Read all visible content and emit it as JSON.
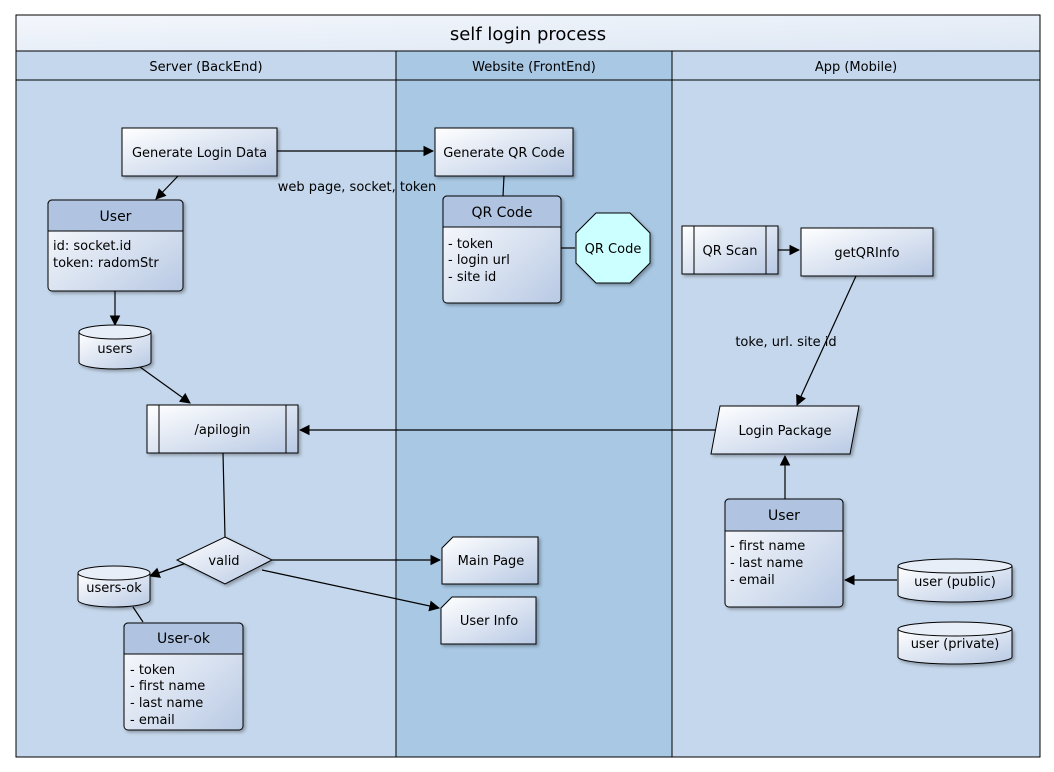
{
  "title": "self login process",
  "lanes": {
    "server": "Server (BackEnd)",
    "website": "Website (FrontEnd)",
    "app": "App (Mobile)"
  },
  "nodes": {
    "generate_login_data": "Generate Login Data",
    "generate_qr_code": "Generate QR Code",
    "server_user": {
      "title": "User",
      "lines": [
        "id: socket.id",
        "token: radomStr"
      ]
    },
    "users_db": "users",
    "apilogin": "/apilogin",
    "valid": "valid",
    "users_ok_db": "users-ok",
    "user_ok": {
      "title": "User-ok",
      "lines": [
        "- token",
        "- first name",
        "- last name",
        "- email"
      ]
    },
    "qr_code_class": {
      "title": "QR Code",
      "lines": [
        "- token",
        "- login url",
        "- site id"
      ]
    },
    "qr_code_octagon": "QR Code",
    "main_page": "Main Page",
    "user_info": "User Info",
    "qr_scan": "QR Scan",
    "get_qr_info": "getQRInfo",
    "login_package": "Login Package",
    "app_user": {
      "title": "User",
      "lines": [
        "- first name",
        "- last name",
        "- email"
      ]
    },
    "user_public_db": "user (public)",
    "user_private_db": "user (private)"
  },
  "edge_labels": {
    "login_to_qr": "web page, socket, token",
    "qrinfo_to_package": "toke, url. site id"
  },
  "colors": {
    "lane_bg": "#c5d7ec",
    "website_bg": "#a9c8e4",
    "node_fill_top": "#ffffff",
    "node_fill_bottom": "#b8c9e4",
    "class_header": "#b0c4e2",
    "octagon": "#ccffff",
    "border": "#000000"
  }
}
